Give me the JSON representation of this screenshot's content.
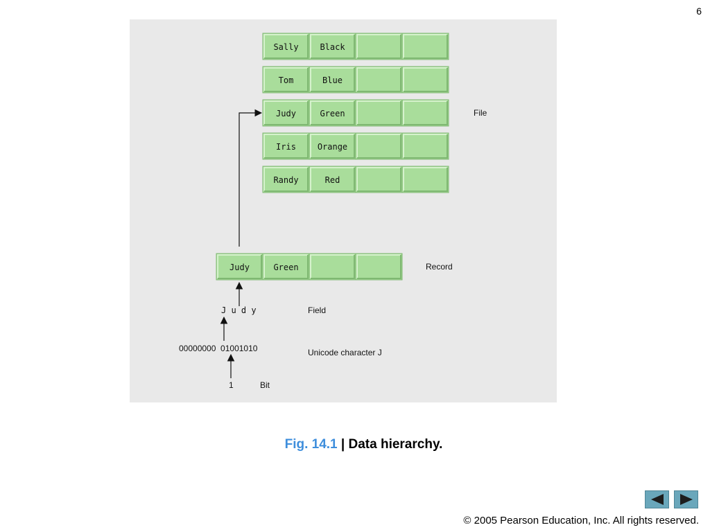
{
  "page_number": "6",
  "file_rows": [
    [
      "Sally",
      "Black"
    ],
    [
      "Tom",
      "Blue"
    ],
    [
      "Judy",
      "Green"
    ],
    [
      "Iris",
      "Orange"
    ],
    [
      "Randy",
      "Red"
    ]
  ],
  "record_row": [
    "Judy",
    "Green"
  ],
  "field_text": "J u d y",
  "bits_text": "00000000  01001010",
  "bit_text": "1",
  "labels": {
    "file": "File",
    "record": "Record",
    "field": "Field",
    "unicode": "Unicode character J",
    "bit": "Bit"
  },
  "caption": {
    "fig": "Fig. 14.1",
    "sep": " | ",
    "title": "Data hierarchy."
  },
  "copyright": "© 2005 Pearson Education, Inc.  All rights reserved.",
  "colors": {
    "cell_fill": "#a9dd9b",
    "cell_light": "#d6f2cd",
    "cell_dark": "#7fb872",
    "panel_bg": "#e9e9e9",
    "fig_label": "#3e8edc",
    "nav_button": "#6aa7bb"
  },
  "icons": {
    "prev": "triangle-left-icon",
    "next": "triangle-right-icon"
  }
}
